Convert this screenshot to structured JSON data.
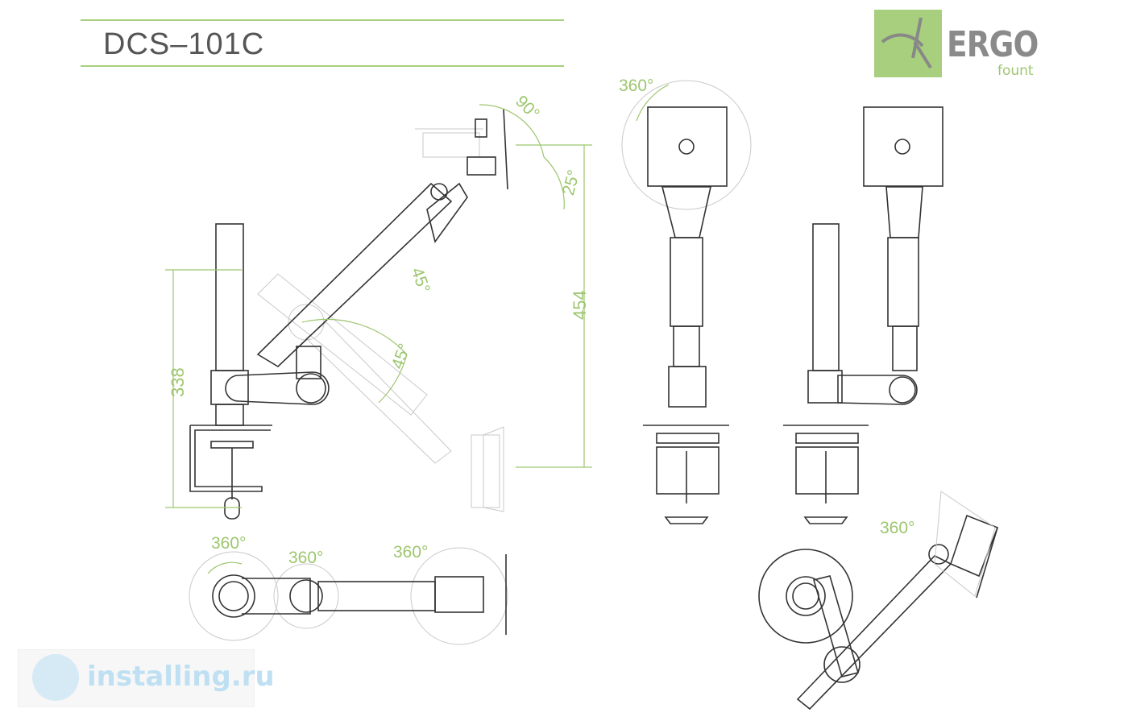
{
  "title": "DCS–101C",
  "logo": {
    "name": "ERGO",
    "sub": "fount"
  },
  "watermark": "installing.ru",
  "dimensions": {
    "height_post": "338",
    "height_total": "454",
    "angle_tilt_up": "90°",
    "angle_tilt_down": "25°",
    "angle_arm_up": "45°",
    "angle_arm_down": "45°"
  },
  "rotations": {
    "front_plate": "360°",
    "top_base": "360°",
    "top_elbow": "360°",
    "top_head": "360°",
    "iso_head": "360°"
  },
  "colors": {
    "accent": "#9dc66f",
    "line": "#333333",
    "ghost": "#c9c9c9"
  }
}
